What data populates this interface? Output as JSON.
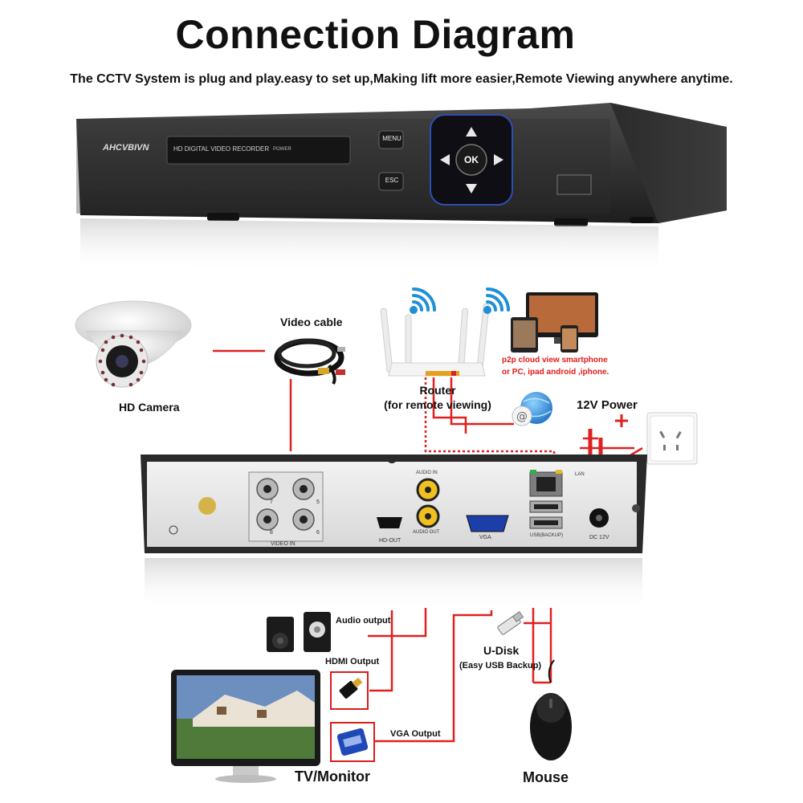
{
  "header": {
    "title": "Connection Diagram",
    "subtitle": "The CCTV System is plug and play.easy to set up,Making lift more easier,Remote Viewing anywhere anytime."
  },
  "front_panel": {
    "brand": "AHCVBIVN",
    "model_label": "HD DIGITAL VIDEO RECORDER",
    "power_label": "POWER",
    "menu_button": "MENU",
    "esc_button": "ESC",
    "ok_button": "OK"
  },
  "components": {
    "camera_label": "HD Camera",
    "cable_label": "Video cable",
    "router_label": "Router",
    "router_sublabel": "(for remote viewing)",
    "p2p_line1": "p2p cloud  view smartphone",
    "p2p_line2": "or PC, ipad android ,iphone.",
    "power_label": "12V Power",
    "speaker_label": "Audio output",
    "hdmi_label": "HDMI Output",
    "vga_output_label": "VGA Output",
    "udisk_label": "U-Disk",
    "udisk_sublabel": "(Easy USB Backup)",
    "monitor_label": "TV/Monitor",
    "mouse_label": "Mouse"
  },
  "rear_panel": {
    "video_in_label": "VIDEO IN",
    "ports": [
      "7",
      "5",
      "8",
      "6"
    ],
    "audio_in_label": "AUDIO IN",
    "audio_out_label": "AUDIO OUT",
    "hd_out_label": "HD-OUT",
    "vga_label": "VGA",
    "lan_label": "LAN",
    "usb_label": "USB(BACKUP)",
    "dc_label": "DC 12V"
  },
  "colors": {
    "wire": "#e02020",
    "panel_dark": "#2a2a2a",
    "panel_light": "#e9e9e9",
    "wifi_blue": "#1f8fd6"
  },
  "icons": [
    "wifi-icon",
    "globe-icon",
    "speaker-icon",
    "hdmi-plug-icon",
    "vga-plug-icon",
    "usb-stick-icon",
    "mouse-icon",
    "monitor-icon",
    "camera-icon",
    "router-icon",
    "power-outlet-icon",
    "cable-coil-icon"
  ]
}
